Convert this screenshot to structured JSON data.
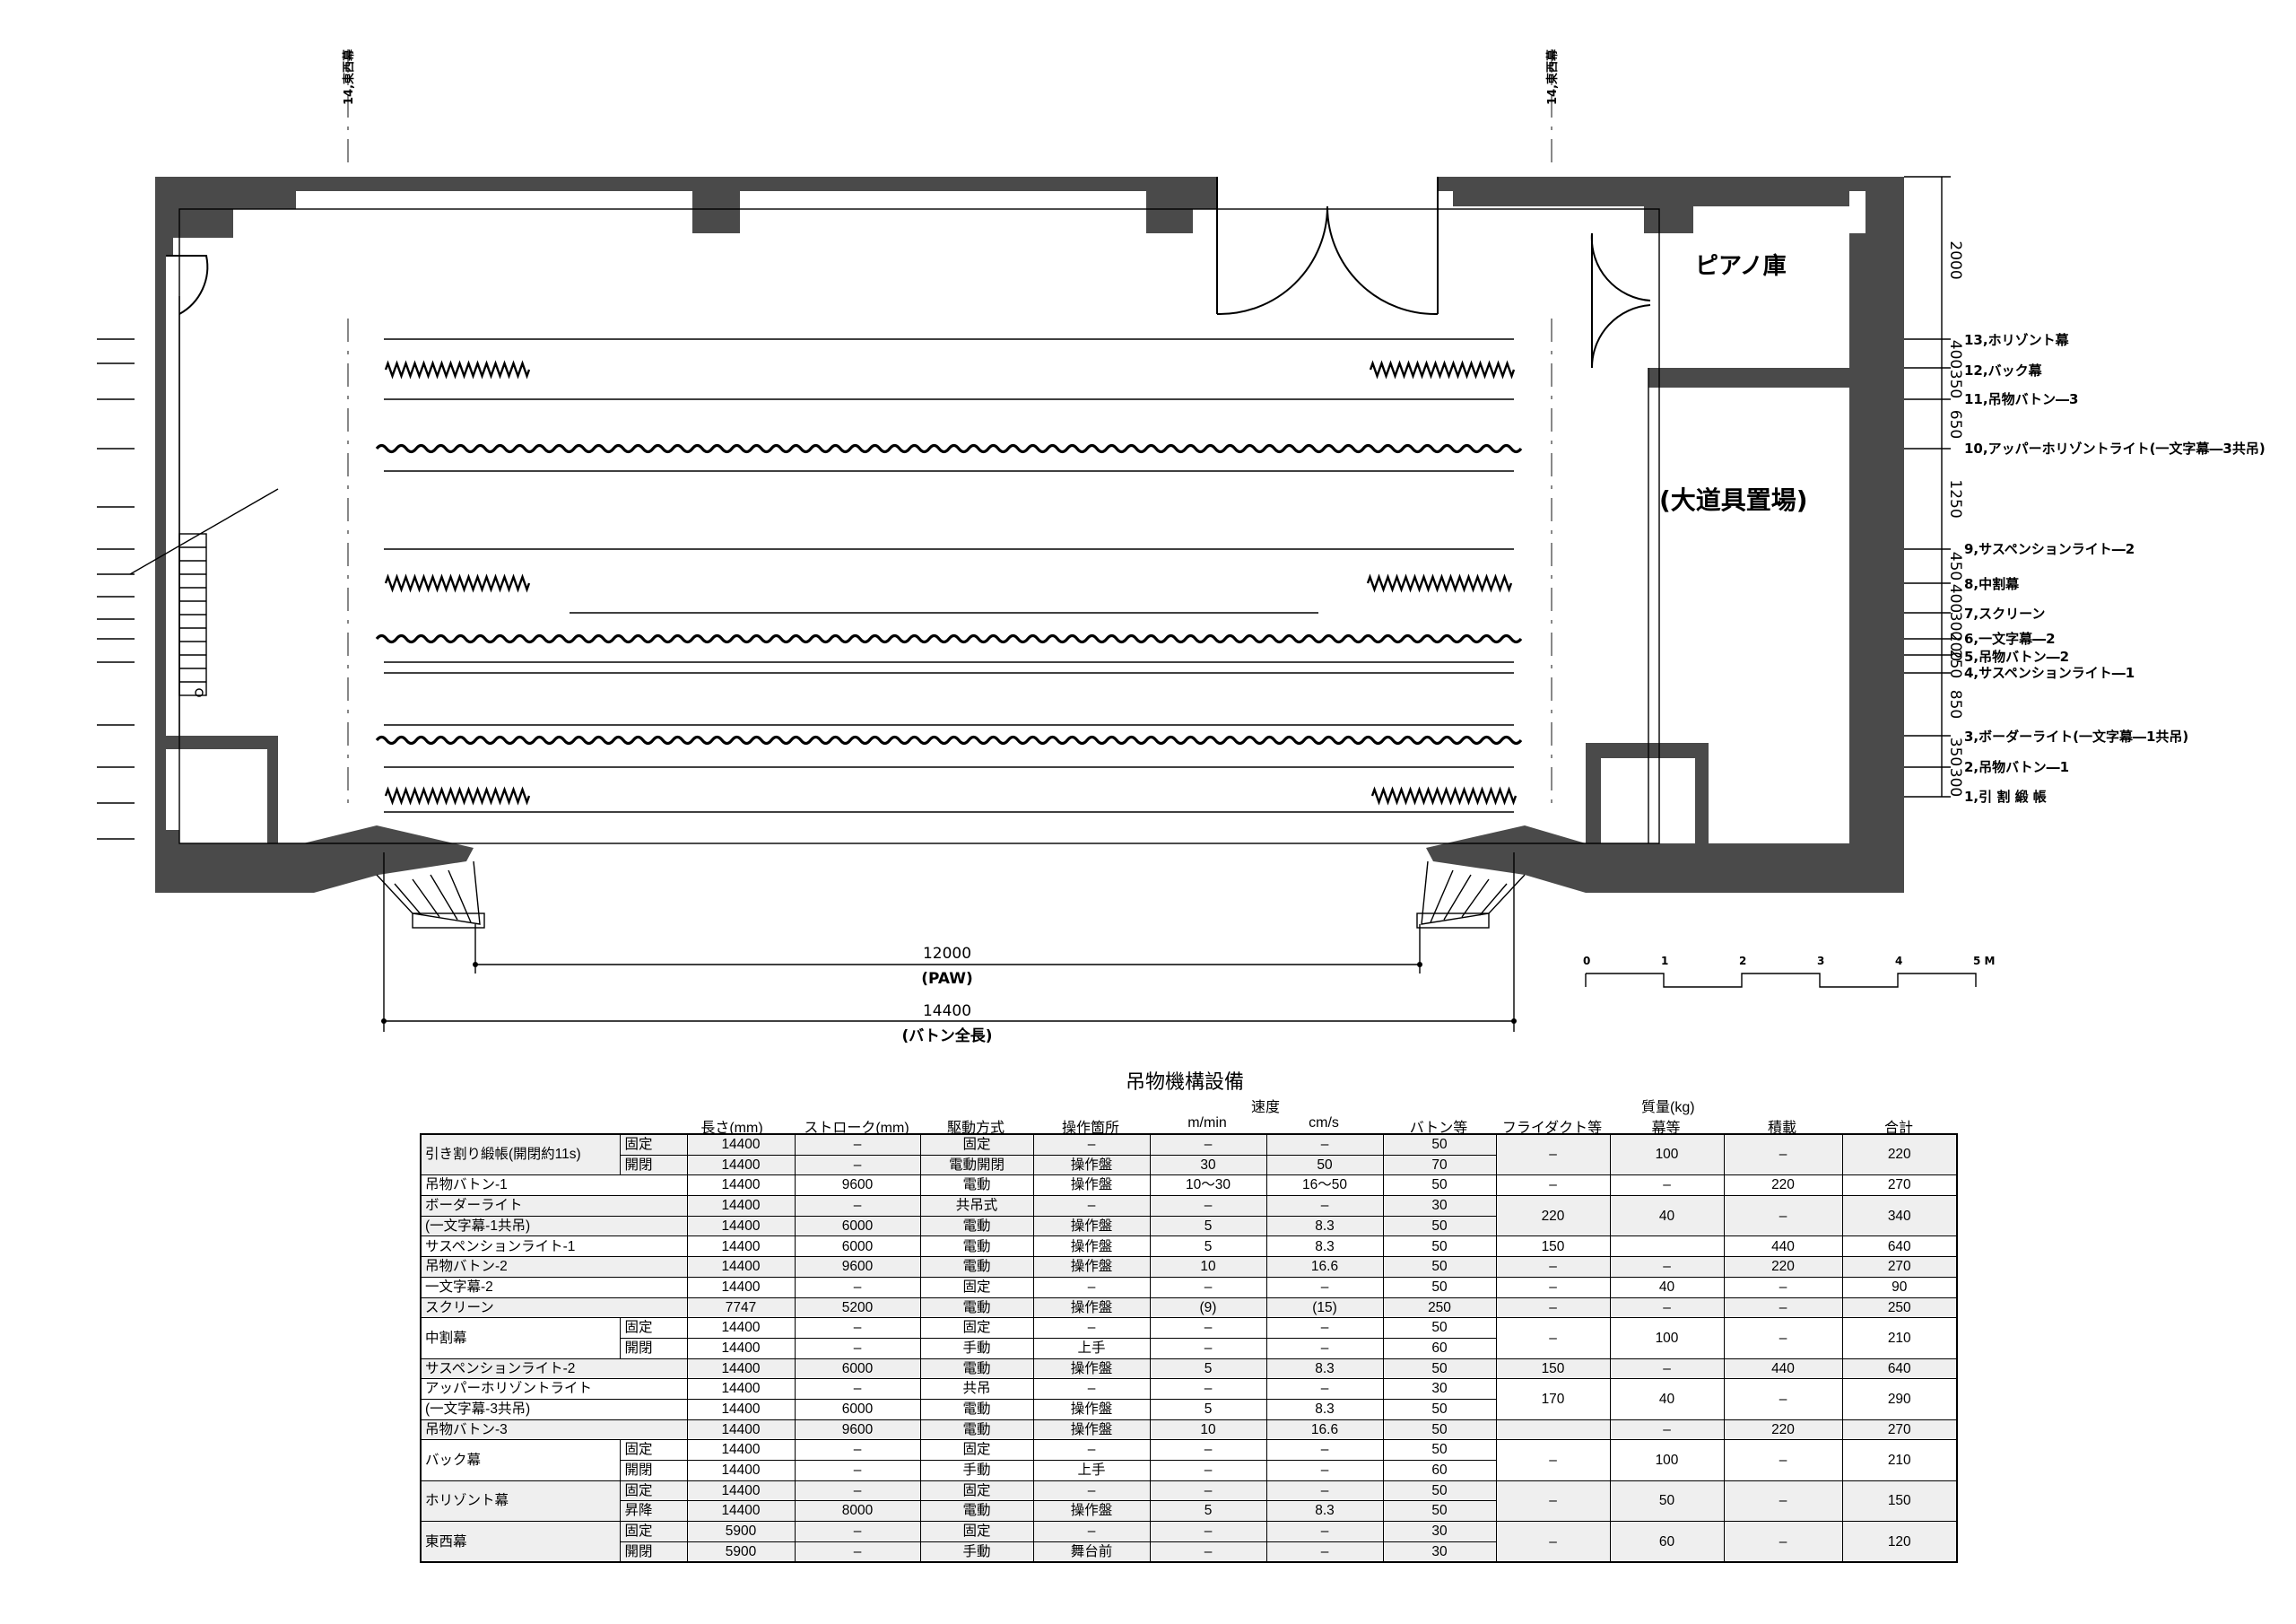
{
  "plan": {
    "rooms": {
      "piano": "ピアノ庫",
      "storage": "(大道具置場)"
    },
    "top_marks": {
      "left": "14,東西幕",
      "right": "14,東西幕"
    },
    "dims": {
      "paw_value": "12000",
      "paw_label": "(PAW)",
      "baton_value": "14400",
      "baton_label": "(バトン全長)"
    },
    "spacing": [
      "2000",
      "400",
      "350",
      "650",
      "1250",
      "450",
      "400",
      "300",
      "200",
      "250",
      "850",
      "350",
      "300"
    ],
    "rig_labels": [
      "13,ホリゾント幕",
      "12,バック幕",
      "11,吊物バトン―3",
      "10,アッパーホリゾントライト(一文字幕―3共吊)",
      "9,サスペンションライト―2",
      "8,中割幕",
      "7,スクリーン",
      "6,一文字幕―2",
      "5,吊物バトン―2",
      "4,サスペンションライト―1",
      "3,ボーダーライト(一文字幕―1共吊)",
      "2,吊物バトン―1",
      "1,引 割 緞 帳"
    ],
    "scale": {
      "ticks": [
        "0",
        "1",
        "2",
        "3",
        "4",
        "5 M"
      ]
    }
  },
  "table": {
    "title": "吊物機構設備",
    "speed_group": "速度",
    "mass_group": "質量(kg)",
    "headers": [
      "長さ(mm)",
      "ストローク(mm)",
      "駆動方式",
      "操作箇所",
      "m/min",
      "cm/s",
      "バトン等",
      "フライダクト等",
      "幕等",
      "積載",
      "合計"
    ]
  },
  "rows": {
    "r1": {
      "name": "引き割り緞帳(開閉約11s)",
      "sub1": "固定",
      "sub2": "開閉",
      "a": [
        "14400",
        "–",
        "固定",
        "–",
        "–",
        "–",
        "50"
      ],
      "b": [
        "14400",
        "–",
        "電動開閉",
        "操作盤",
        "30",
        "50",
        "70"
      ],
      "fly": "–",
      "mak": "100",
      "load": "–",
      "total": "220"
    },
    "r2": {
      "name": "吊物バトン-1",
      "a": [
        "14400",
        "9600",
        "電動",
        "操作盤",
        "10～30",
        "16～50",
        "50"
      ],
      "fly": "–",
      "mak": "–",
      "load": "220",
      "total": "270"
    },
    "r3": {
      "name1": "ボーダーライト",
      "name2": "(一文字幕-1共吊)",
      "a": [
        "14400",
        "–",
        "共吊式",
        "–",
        "–",
        "–",
        "30"
      ],
      "b": [
        "14400",
        "6000",
        "電動",
        "操作盤",
        "5",
        "8.3",
        "50"
      ],
      "fly": "220",
      "mak": "40",
      "load": "–",
      "total": "340"
    },
    "r4": {
      "name": "サスペンションライト-1",
      "a": [
        "14400",
        "6000",
        "電動",
        "操作盤",
        "5",
        "8.3",
        "50"
      ],
      "fly": "150",
      "mak": "",
      "load": "440",
      "total": "640"
    },
    "r5": {
      "name": "吊物バトン-2",
      "a": [
        "14400",
        "9600",
        "電動",
        "操作盤",
        "10",
        "16.6",
        "50"
      ],
      "fly": "–",
      "mak": "–",
      "load": "220",
      "total": "270"
    },
    "r6": {
      "name": "一文字幕-2",
      "a": [
        "14400",
        "–",
        "固定",
        "–",
        "–",
        "–",
        "50"
      ],
      "fly": "–",
      "mak": "40",
      "load": "–",
      "total": "90"
    },
    "r7": {
      "name": "スクリーン",
      "a": [
        "7747",
        "5200",
        "電動",
        "操作盤",
        "(9)",
        "(15)",
        "250"
      ],
      "fly": "–",
      "mak": "–",
      "load": "–",
      "total": "250"
    },
    "r8": {
      "name": "中割幕",
      "sub1": "固定",
      "sub2": "開閉",
      "a": [
        "14400",
        "–",
        "固定",
        "–",
        "–",
        "–",
        "50"
      ],
      "b": [
        "14400",
        "–",
        "手動",
        "上手",
        "–",
        "–",
        "60"
      ],
      "fly": "–",
      "mak": "100",
      "load": "–",
      "total": "210"
    },
    "r9": {
      "name": "サスペンションライト-2",
      "a": [
        "14400",
        "6000",
        "電動",
        "操作盤",
        "5",
        "8.3",
        "50"
      ],
      "fly": "150",
      "mak": "–",
      "load": "440",
      "total": "640"
    },
    "r10": {
      "name1": "アッパーホリゾントライト",
      "name2": "(一文字幕-3共吊)",
      "a": [
        "14400",
        "–",
        "共吊",
        "–",
        "–",
        "–",
        "30"
      ],
      "b": [
        "14400",
        "6000",
        "電動",
        "操作盤",
        "5",
        "8.3",
        "50"
      ],
      "fly": "170",
      "mak": "40",
      "load": "–",
      "total": "290"
    },
    "r11": {
      "name": "吊物バトン-3",
      "a": [
        "14400",
        "9600",
        "電動",
        "操作盤",
        "10",
        "16.6",
        "50"
      ],
      "fly": "",
      "mak": "–",
      "load": "220",
      "total": "270"
    },
    "r12": {
      "name": "バック幕",
      "sub1": "固定",
      "sub2": "開閉",
      "a": [
        "14400",
        "–",
        "固定",
        "–",
        "–",
        "–",
        "50"
      ],
      "b": [
        "14400",
        "–",
        "手動",
        "上手",
        "–",
        "–",
        "60"
      ],
      "fly": "–",
      "mak": "100",
      "load": "–",
      "total": "210"
    },
    "r13": {
      "name": "ホリゾント幕",
      "sub1": "固定",
      "sub2": "昇降",
      "a": [
        "14400",
        "–",
        "固定",
        "–",
        "–",
        "–",
        "50"
      ],
      "b": [
        "14400",
        "8000",
        "電動",
        "操作盤",
        "5",
        "8.3",
        "50"
      ],
      "fly": "–",
      "mak": "50",
      "load": "–",
      "total": "150"
    },
    "r14": {
      "name": "東西幕",
      "sub1": "固定",
      "sub2": "開閉",
      "a": [
        "5900",
        "–",
        "固定",
        "–",
        "–",
        "–",
        "30"
      ],
      "b": [
        "5900",
        "–",
        "手動",
        "舞台前",
        "–",
        "–",
        "30"
      ],
      "fly": "–",
      "mak": "60",
      "load": "–",
      "total": "120"
    }
  }
}
